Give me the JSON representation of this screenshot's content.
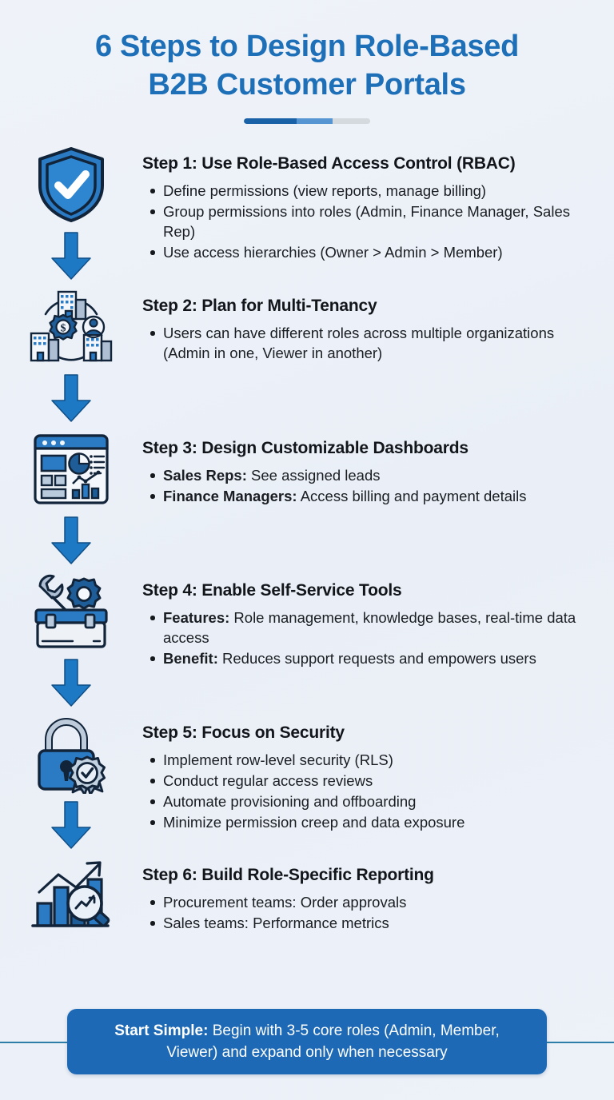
{
  "header": {
    "title_line1": "6 Steps to Design Role-Based",
    "title_line2": "B2B Customer Portals",
    "title_color": "#1d6fb8",
    "divider_colors": [
      "#1a62a8",
      "#5596d2",
      "#d5dade"
    ]
  },
  "steps": [
    {
      "icon": "shield-check-icon",
      "title": "Step 1: Use Role-Based Access Control (RBAC)",
      "bullets": [
        {
          "lead": "",
          "text": "Define permissions (view reports, manage billing)"
        },
        {
          "lead": "",
          "text": "Group permissions into roles (Admin, Finance Manager, Sales Rep)"
        },
        {
          "lead": "",
          "text": "Use access hierarchies (Owner > Admin > Member)"
        }
      ]
    },
    {
      "icon": "multi-tenancy-buildings-icon",
      "title": "Step 2: Plan for Multi-Tenancy",
      "bullets": [
        {
          "lead": "",
          "text": "Users can have different roles across multiple organizations (Admin in one, Viewer in another)"
        }
      ]
    },
    {
      "icon": "dashboard-window-icon",
      "title": "Step 3: Design Customizable Dashboards",
      "bullets": [
        {
          "lead": "Sales Reps:",
          "text": " See assigned leads"
        },
        {
          "lead": "Finance Managers:",
          "text": " Access billing and payment details"
        }
      ]
    },
    {
      "icon": "toolbox-wrench-gear-icon",
      "title": "Step 4: Enable Self-Service Tools",
      "bullets": [
        {
          "lead": "Features:",
          "text": " Role management, knowledge bases, real-time data access"
        },
        {
          "lead": "Benefit:",
          "text": " Reduces support requests and empowers users"
        }
      ]
    },
    {
      "icon": "padlock-badge-icon",
      "title": "Step 5: Focus on Security",
      "bullets": [
        {
          "lead": "",
          "text": "Implement row-level security (RLS)"
        },
        {
          "lead": "",
          "text": "Conduct regular access reviews"
        },
        {
          "lead": "",
          "text": "Automate provisioning and offboarding"
        },
        {
          "lead": "",
          "text": "Minimize permission creep and data exposure"
        }
      ]
    },
    {
      "icon": "bar-chart-magnifier-icon",
      "title": "Step 6: Build Role-Specific Reporting",
      "bullets": [
        {
          "lead": "",
          "text": "Procurement teams: Order approvals"
        },
        {
          "lead": "",
          "text": "Sales teams: Performance metrics"
        }
      ]
    }
  ],
  "connector": {
    "icon": "down-arrow-icon",
    "color": "#1e79c4"
  },
  "footer": {
    "lead": "Start Simple:",
    "text": " Begin with 3-5 core roles (Admin, Member, Viewer) and expand only when necessary",
    "background": "#1d69b5",
    "rule_color": "#2e7fa8"
  }
}
